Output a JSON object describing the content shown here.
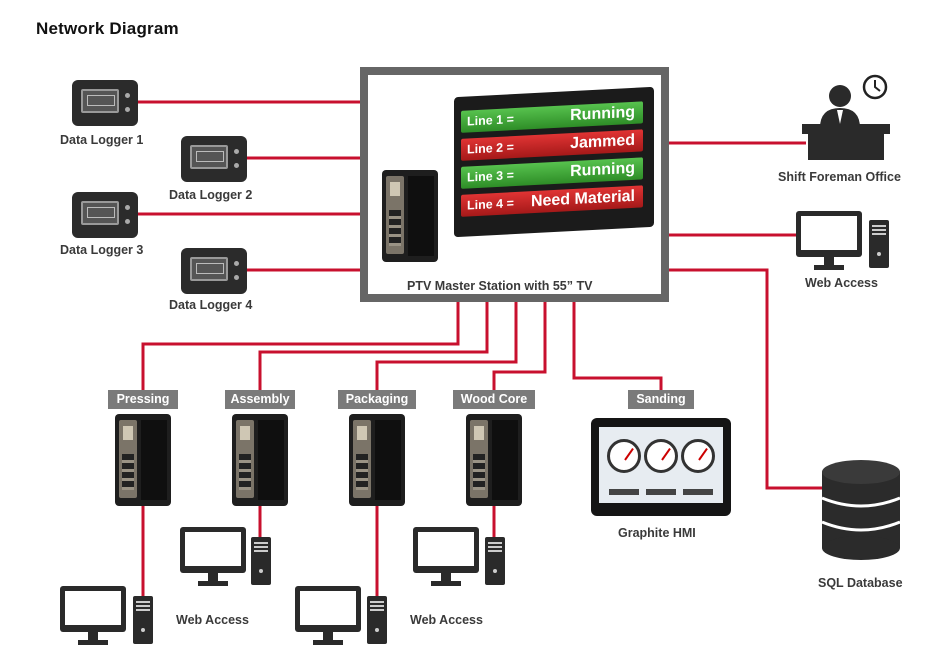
{
  "title": "Network Diagram",
  "colors": {
    "link": "#c8102e",
    "frame": "#666666",
    "tag_bg": "#7a7a7a",
    "status_ok": "#3aa833",
    "status_alarm": "#c62020"
  },
  "master": {
    "label": "PTV Master Station with 55” TV",
    "tv_rows": [
      {
        "line": "Line 1 =",
        "status": "Running",
        "state": "ok"
      },
      {
        "line": "Line 2 =",
        "status": "Jammed",
        "state": "alarm"
      },
      {
        "line": "Line 3 =",
        "status": "Running",
        "state": "ok"
      },
      {
        "line": "Line 4 =",
        "status": "Need Material",
        "state": "alarm"
      }
    ]
  },
  "loggers": [
    "Data Logger 1",
    "Data Logger 2",
    "Data Logger 3",
    "Data Logger 4"
  ],
  "stations": [
    "Pressing",
    "Assembly",
    "Packaging",
    "Wood Core",
    "Sanding"
  ],
  "right": {
    "office": "Shift Foreman Office",
    "web": "Web Access",
    "db": "SQL Database"
  },
  "hmi_label": "Graphite HMI",
  "web_access": [
    "Web Access",
    "Web Access"
  ]
}
